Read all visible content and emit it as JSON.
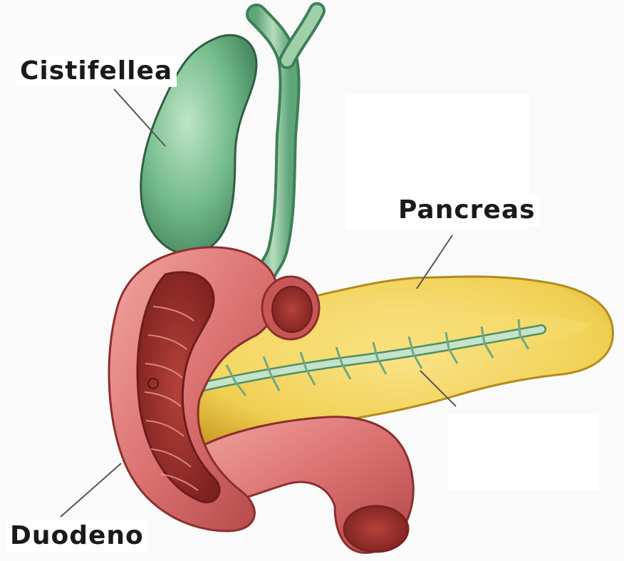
{
  "labels": {
    "gallbladder": "Cistifellea",
    "pancreas": "Pancreas",
    "duodenum": "Duodeno"
  },
  "colors": {
    "gallbladder": "#6fb98a",
    "gallbladder_dark": "#3c7d56",
    "duodenum": "#d96a6a",
    "duodenum_dark": "#a12f2f",
    "pancreas": "#f1d055",
    "pancreas_dark": "#c79a1e",
    "duct": "#9cc9a6",
    "leader_line": "#555555"
  }
}
